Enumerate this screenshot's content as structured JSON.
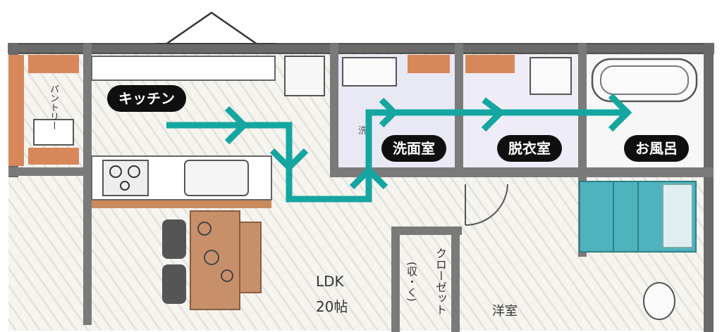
{
  "labels": {
    "kitchen": "キッチン",
    "washroom": "洗面室",
    "dressing": "脱衣室",
    "bath": "お風呂",
    "pantry": "パントリー",
    "ldk": "LDK",
    "ldk_size": "20帖",
    "closet": "クローゼット",
    "closet2": "(収・く)",
    "western": "洋室",
    "wash_small": "洗"
  },
  "colors": {
    "arrow": "#15a6a1",
    "pill_bg": "#0f0f0f",
    "pill_text": "#ffffff",
    "wall": "#595959",
    "wood": "#d8875a",
    "floor_kitchen": "#f8f6f2",
    "floor_ldk": "#f4f2ee",
    "floor_wash": "#e9e8f5",
    "bed": "#4fb3bd"
  }
}
